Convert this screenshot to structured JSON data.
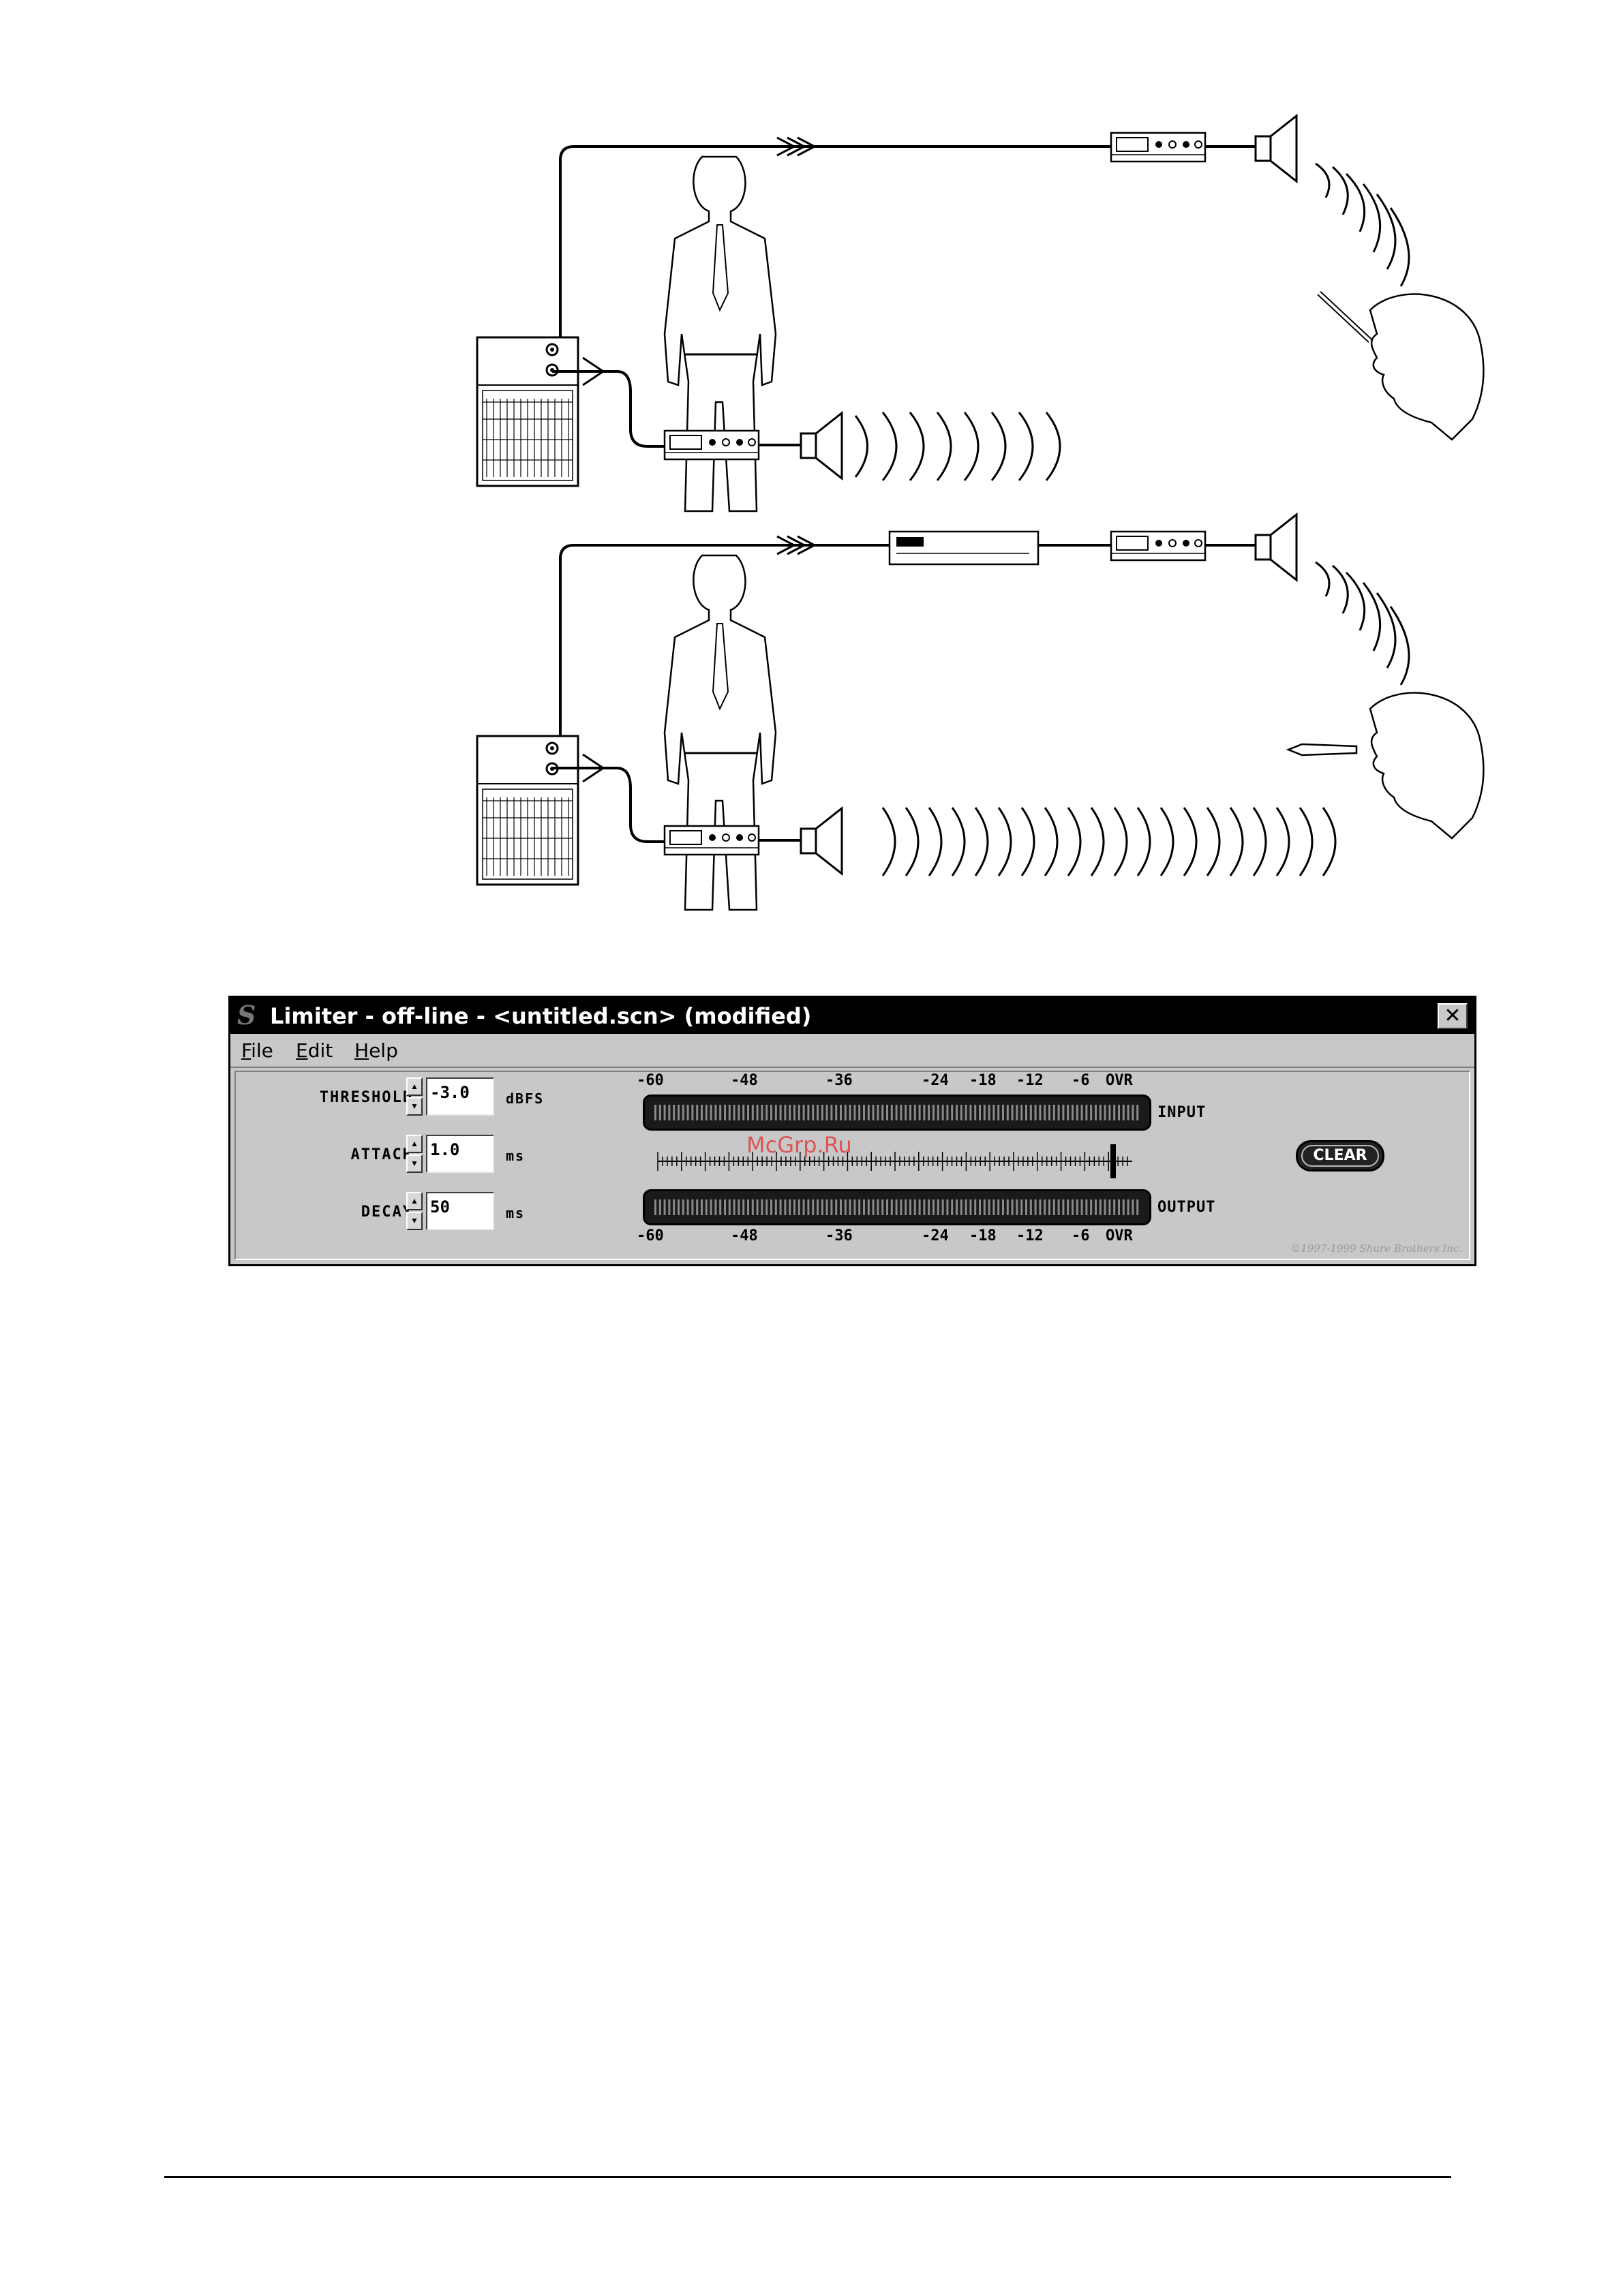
{
  "window": {
    "app_icon": "S",
    "title": "Limiter - off-line - <untitled.scn> (modified)",
    "close_icon": "close-icon"
  },
  "menu": [
    {
      "label": "File"
    },
    {
      "label": "Edit"
    },
    {
      "label": "Help"
    }
  ],
  "params": {
    "threshold": {
      "label": "THRESHOLD",
      "value": "-3.0",
      "unit": "dBFS"
    },
    "attack": {
      "label": "ATTACK",
      "value": "1.0",
      "unit": "ms"
    },
    "decay": {
      "label": "DECAY",
      "value": "50",
      "unit": "ms"
    }
  },
  "meters": {
    "scale": [
      "-60",
      "-48",
      "-36",
      "-24",
      "-18",
      "-12",
      "-6",
      "OVR"
    ],
    "input_label": "INPUT",
    "output_label": "OUTPUT"
  },
  "clear_label": "CLEAR",
  "copyright": "©1997-1999 Shure Brothers Inc.",
  "watermark": "McGrp.Ru",
  "colors": {
    "titlebar": "#000000",
    "panel": "#c8c8c8",
    "watermark": "#e04040"
  }
}
